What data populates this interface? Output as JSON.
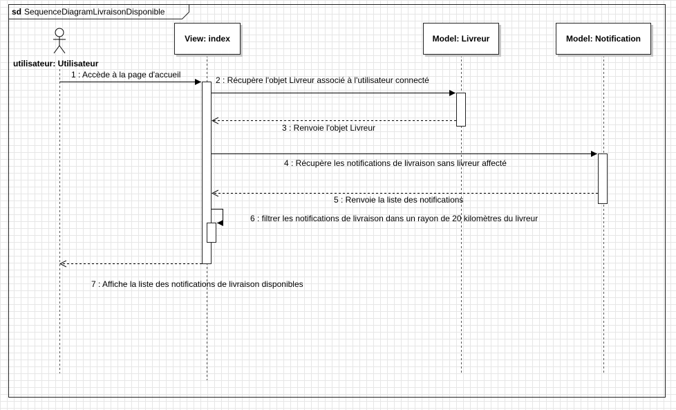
{
  "frame": {
    "keyword": "sd",
    "name": "SequenceDiagramLivraisonDisponible"
  },
  "lifelines": {
    "actor": {
      "label": "utilisateur: Utilisateur"
    },
    "view": {
      "label": "View: index"
    },
    "livreur": {
      "label": "Model: Livreur"
    },
    "notification": {
      "label": "Model: Notification"
    }
  },
  "messages": [
    {
      "label": "1 :  Accède à la page d'accueil",
      "type": "sync"
    },
    {
      "label": "2 : Récupère l'objet Livreur associé à l'utilisateur connecté",
      "type": "sync"
    },
    {
      "label": "3 :  Renvoie l'objet Livreur",
      "type": "reply"
    },
    {
      "label": "4 : Récupère les notifications de livraison sans livreur affecté",
      "type": "sync"
    },
    {
      "label": "5 : Renvoie la liste des notifications",
      "type": "reply"
    },
    {
      "label": "6 : filtrer les notifications de livraison dans un rayon de 20 kilomètres du livreur",
      "type": "self"
    },
    {
      "label": "7 : Affiche la liste des notifications de livraison disponibles",
      "type": "reply"
    }
  ]
}
